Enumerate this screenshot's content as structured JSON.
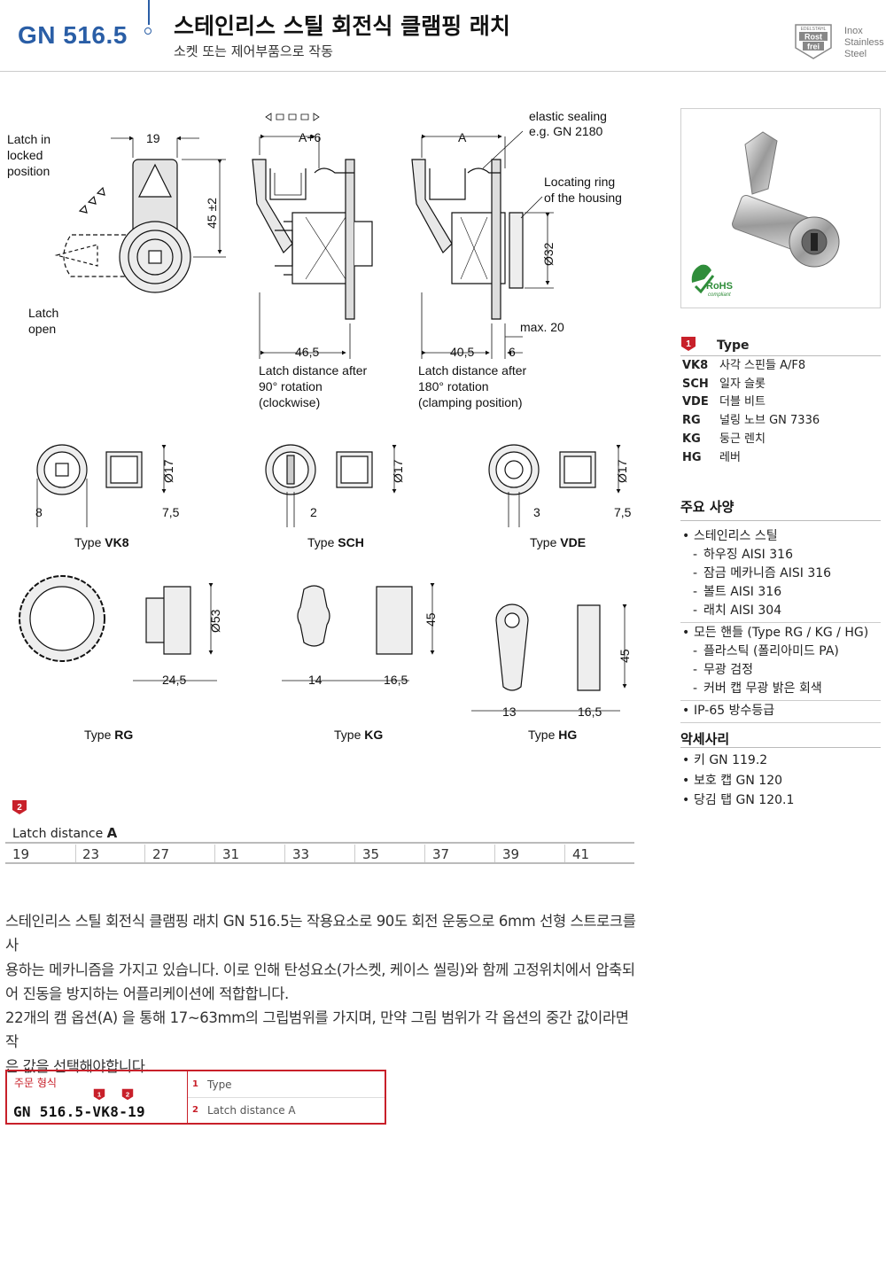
{
  "header": {
    "code": "GN 516.5",
    "title": "스테인리스 스틸 회전식 클램핑 래치",
    "subtitle": "소켓 또는 제어부품으로 작동",
    "badge_top": "EDELSTAHL",
    "badge_l1": "Rost",
    "badge_l2": "frei",
    "inox": [
      "Inox",
      "Stainless",
      "Steel"
    ]
  },
  "drawing": {
    "latch_locked": [
      "Latch in",
      "locked",
      "position"
    ],
    "latch_open": [
      "Latch",
      "open"
    ],
    "dim_19": "19",
    "dim_45": "45 ±2",
    "dim_a6": "A+6",
    "dim_a": "A",
    "elastic": [
      "elastic sealing",
      "e.g. GN 2180"
    ],
    "locating": [
      "Locating ring",
      "of the housing"
    ],
    "dim_32": "Ø32",
    "max20": "max. 20",
    "dim_465": "46,5",
    "dim_405": "40,5",
    "dim_6": "6",
    "cap_90": [
      "Latch distance after",
      "90° rotation",
      "(clockwise)"
    ],
    "cap_180": [
      "Latch distance after",
      "180° rotation",
      "(clamping position)"
    ],
    "types": [
      {
        "label": "Type ",
        "code": "VK8",
        "d1": "8",
        "d2": "7,5",
        "d3": "Ø17"
      },
      {
        "label": "Type ",
        "code": "SCH",
        "d1": "2",
        "d3": "Ø17"
      },
      {
        "label": "Type ",
        "code": "VDE",
        "d1": "3",
        "d2": "7,5",
        "d3": "Ø17"
      },
      {
        "label": "Type ",
        "code": "RG",
        "d1": "24,5",
        "d3": "Ø53"
      },
      {
        "label": "Type ",
        "code": "KG",
        "d1": "14",
        "d2": "16,5",
        "d3": "45"
      },
      {
        "label": "Type ",
        "code": "HG",
        "d1": "13",
        "d2": "16,5",
        "d3": "45"
      }
    ]
  },
  "right_panel": {
    "rohs": "RoHS",
    "compliant": "compliant",
    "type_num": "1",
    "type_header": "Type",
    "types": [
      {
        "code": "VK8",
        "desc": "사각 스핀들 A/F8"
      },
      {
        "code": "SCH",
        "desc": "일자 슬롯"
      },
      {
        "code": "VDE",
        "desc": "더블 비트"
      },
      {
        "code": "RG",
        "desc": "널링 노브 GN 7336"
      },
      {
        "code": "KG",
        "desc": "둥근 렌치"
      },
      {
        "code": "HG",
        "desc": "레버"
      }
    ],
    "spec_title": "주요 사양",
    "spec": {
      "g1": [
        "스테인리스 스틸",
        "하우징 AISI 316",
        "잠금 메카니즘 AISI 316",
        "볼트 AISI 316",
        "래치 AISI 304"
      ],
      "g2": [
        "모든 핸들 (Type RG / KG / HG)",
        "플라스틱 (폴리아미드 PA)",
        "무광 검정",
        "커버 캡 무광 밝은 회색"
      ],
      "g3": [
        "IP-65 방수등급"
      ]
    },
    "acc_title": "악세사리",
    "accessories": [
      "키 GN 119.2",
      "보호 캡 GN 120",
      "당김 탭 GN 120.1"
    ]
  },
  "latch_table": {
    "num": "2",
    "title": "Latch distance ",
    "title_bold": "A",
    "values": [
      "19",
      "23",
      "27",
      "31",
      "33",
      "35",
      "37",
      "39",
      "41"
    ]
  },
  "description": {
    "lines": [
      "스테인리스 스틸 회전식 클램핑 래치 GN 516.5는 작용요소로 90도 회전 운동으로 6mm 선형 스트로크를 사",
      "용하는 메카니즘을 가지고 있습니다. 이로 인해 탄성요소(가스켓, 케이스 씰링)와 함께 고정위치에서 압축되",
      "어 진동을 방지하는 어플리케이션에 적합합니다.",
      "22개의 캠 옵션(A) 을 통해 17~63mm의 그립범위를 가지며, 만약 그림 범위가 각 옵션의 중간 값이라면 작",
      "은 값을 선택해야합니다."
    ]
  },
  "order": {
    "label": "주문 형식",
    "code": "GN 516.5-VK8-19",
    "n1": "1",
    "n2": "2",
    "row1": "Type",
    "row2": "Latch distance A"
  }
}
